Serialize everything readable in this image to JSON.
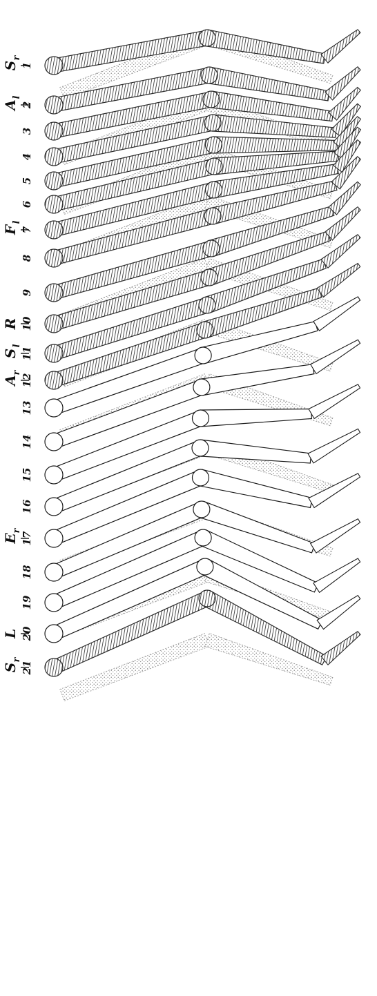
{
  "figure": {
    "frame_labels": [
      "1",
      "2",
      "3",
      "4",
      "5",
      "6",
      "7",
      "8",
      "9",
      "10",
      "11",
      "12",
      "13",
      "14",
      "15",
      "16",
      "17",
      "18",
      "19",
      "20",
      "21"
    ],
    "event_markers": [
      {
        "letter": "S",
        "sub": "r",
        "frame": "1"
      },
      {
        "letter": "A",
        "sub": "l",
        "frame": "2"
      },
      {
        "letter": "F",
        "sub": "l",
        "frame": "7"
      },
      {
        "letter": "R",
        "sub": "",
        "frame": "10"
      },
      {
        "letter": "S",
        "sub": "l",
        "frame": "11"
      },
      {
        "letter": "A",
        "sub": "r",
        "frame": "12"
      },
      {
        "letter": "E",
        "sub": "r",
        "frame": "17"
      },
      {
        "letter": "L",
        "sub": "",
        "frame": "20"
      },
      {
        "letter": "S",
        "sub": "r",
        "frame": "21"
      }
    ],
    "styles": {
      "hatched_limb_color": "#2a2a2a",
      "outline_limb_color": "#1a1a1a",
      "stippled_limb_color": "#9a9a9a"
    }
  }
}
